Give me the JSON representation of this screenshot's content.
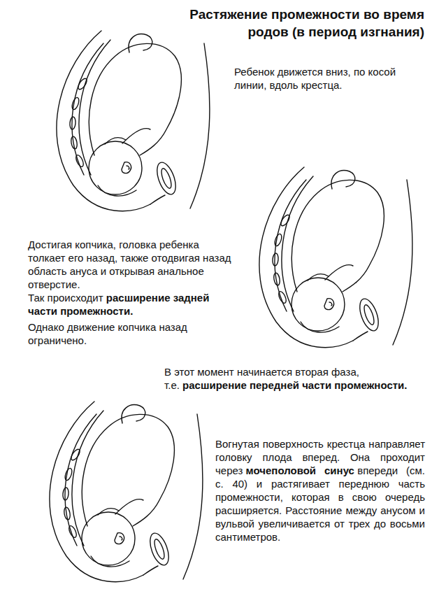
{
  "diagram": {
    "title": "Растяжение промежности во время родов (в период изгнания)",
    "labels": [
      "Ребенок движется вниз, по косой линии, вдоль крестца.",
      "Достигая копчика, головка ребенка толкает его назад, также отодвигая назад область ануса и открывая анальное отверстие.",
      "Так происходит",
      "расширение задней части промежности.",
      "Однако движение копчика назад ограничено.",
      "В этот момент начинается вторая фаза, т.е.",
      "расширение передней части промежности.",
      "Вогнутая поверхность крестца направляет головку плода вперед. Она проходит через",
      "мочеполовой синус",
      "впереди (см. с. 40) и растягивает переднюю часть промежности, которая в свою очередь расширяется. Расстояние между анусом и вульвой увеличивается от трех до восьми сантиметров."
    ]
  }
}
